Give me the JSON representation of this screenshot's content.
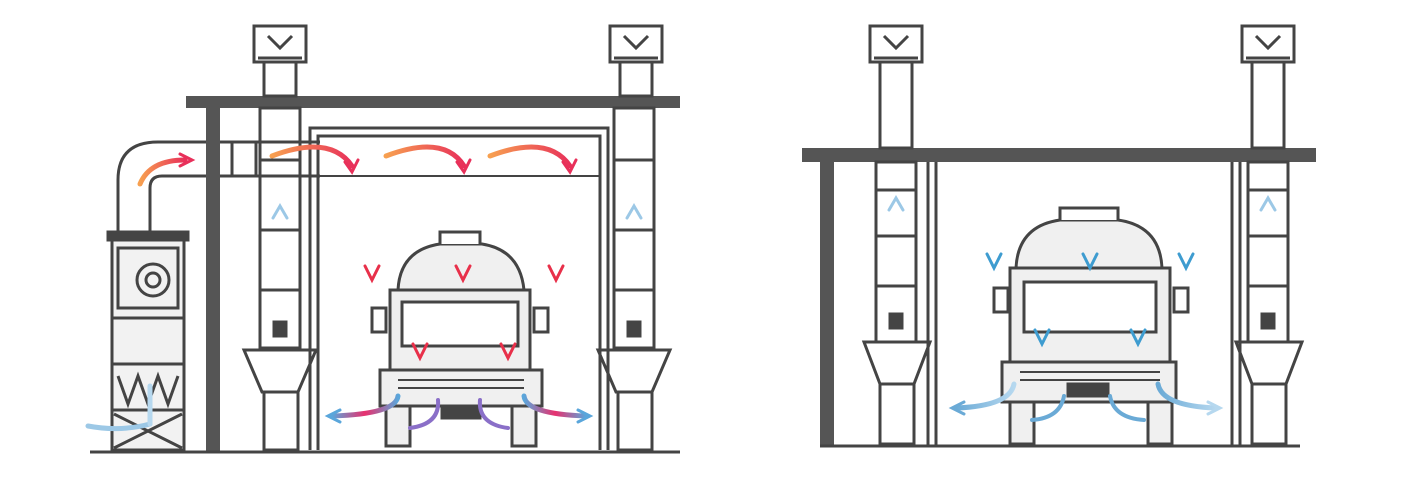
{
  "figure": {
    "panels": [
      {
        "id": "heated-mode",
        "airflow": "warm"
      },
      {
        "id": "ventilation-mode",
        "airflow": "cool"
      }
    ],
    "colors": {
      "structure": "#444444",
      "structure_fill": "#f2f2f2",
      "warm_start": "#f0a040",
      "warm_end": "#e8304a",
      "cool_start": "#cfe6f3",
      "cool_end": "#3e9cd0",
      "background": "#ffffff"
    },
    "icons": [
      "exhaust-fan-icon",
      "heater-unit-icon",
      "truck-icon",
      "airflow-arrow-icon"
    ]
  }
}
